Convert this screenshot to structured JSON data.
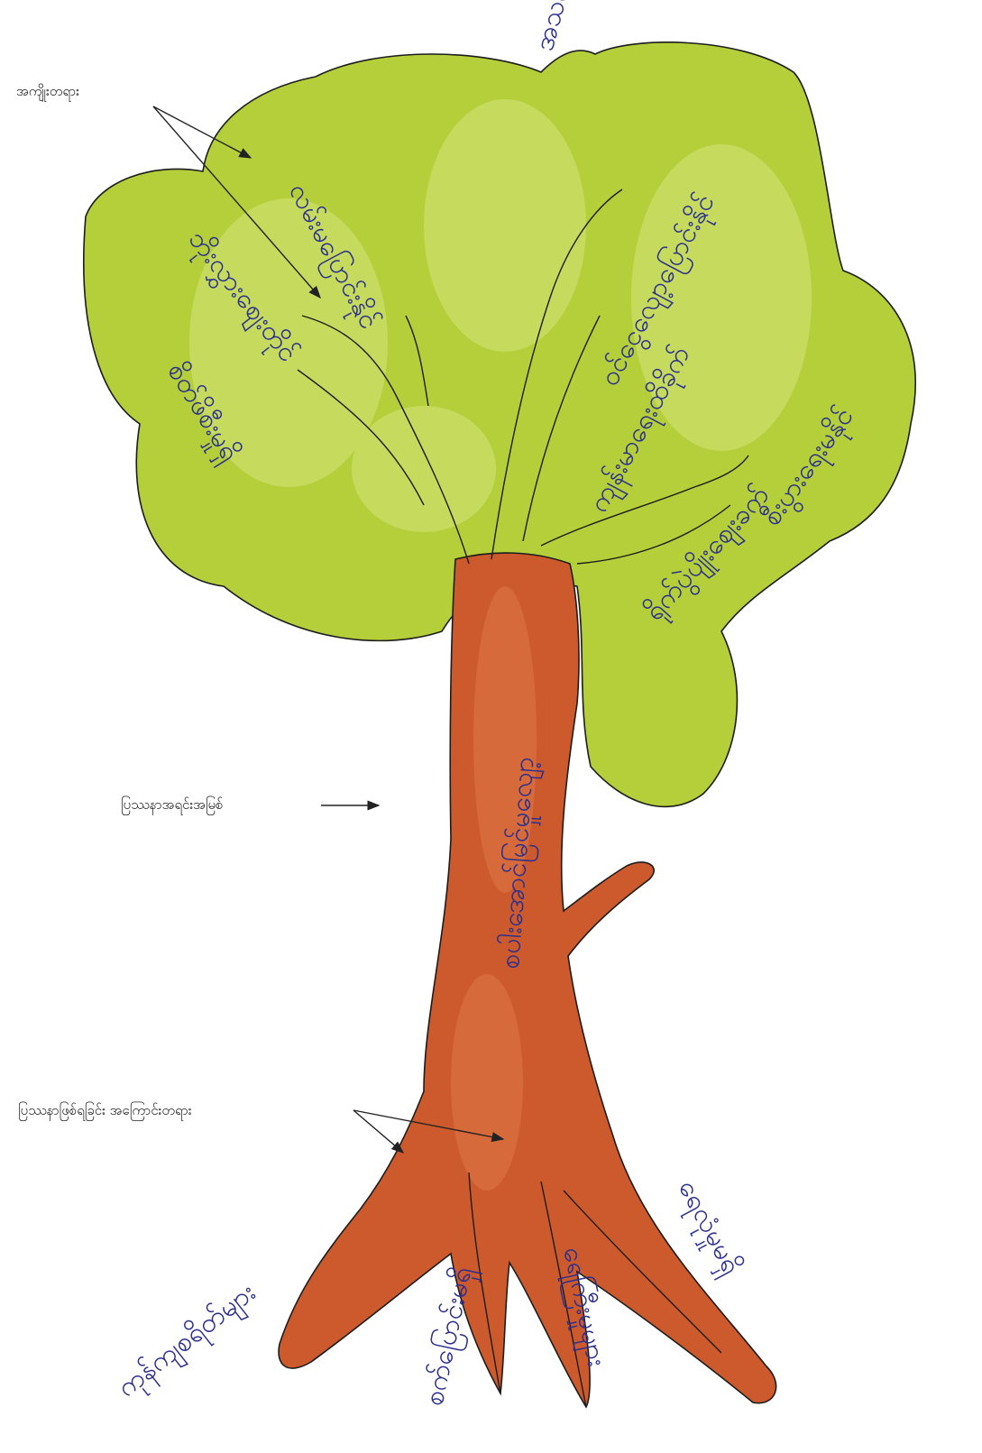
{
  "labels": {
    "leaves": "အကျိုးတရား",
    "trunk": "ပြဿနာအရင်းအမြစ်",
    "roots": "ပြဿနာဖြစ်ရခြင်း အကြောင်းတရား"
  },
  "colors": {
    "foliage": "#b4cf3a",
    "foliage_light": "#cfe06a",
    "trunk": "#cc5a2c",
    "outline": "#1c1c1c",
    "handwriting": "#2b2f8f",
    "arrow": "#222222"
  },
  "handwritten": {
    "leaf_1": "လမ်းမ‌ပြောင်းနိုင်",
    "leaf_2": "ဘိုးလွှားဈေးတိုင်",
    "leaf_3": "စိတ်ဖိစီးမှုရှိ",
    "leaf_4": "အသက်ရှင်ရပ်တည်မှုမှိုင်",
    "leaf_5": "ဝင်ငွေလျော့ပြောင်းနိုင်",
    "leaf_6": "ကျန်းမာရေးထိခိုက်",
    "leaf_7": "စီးပွားရေးမနိုင်",
    "leaf_8": "ရိုက်ပွဲပျိုးဈေးခက်",
    "trunk_text": "စပါးအောင်မြင်မှုလျော့",
    "root_1": "ကုန်ကျစရိတ်များ",
    "root_2": "စက်ပြောင်းမရှိ",
    "root_3": "ရေကြီးမှုများ",
    "root_4": "ရေလုံမှုမရှိ"
  }
}
